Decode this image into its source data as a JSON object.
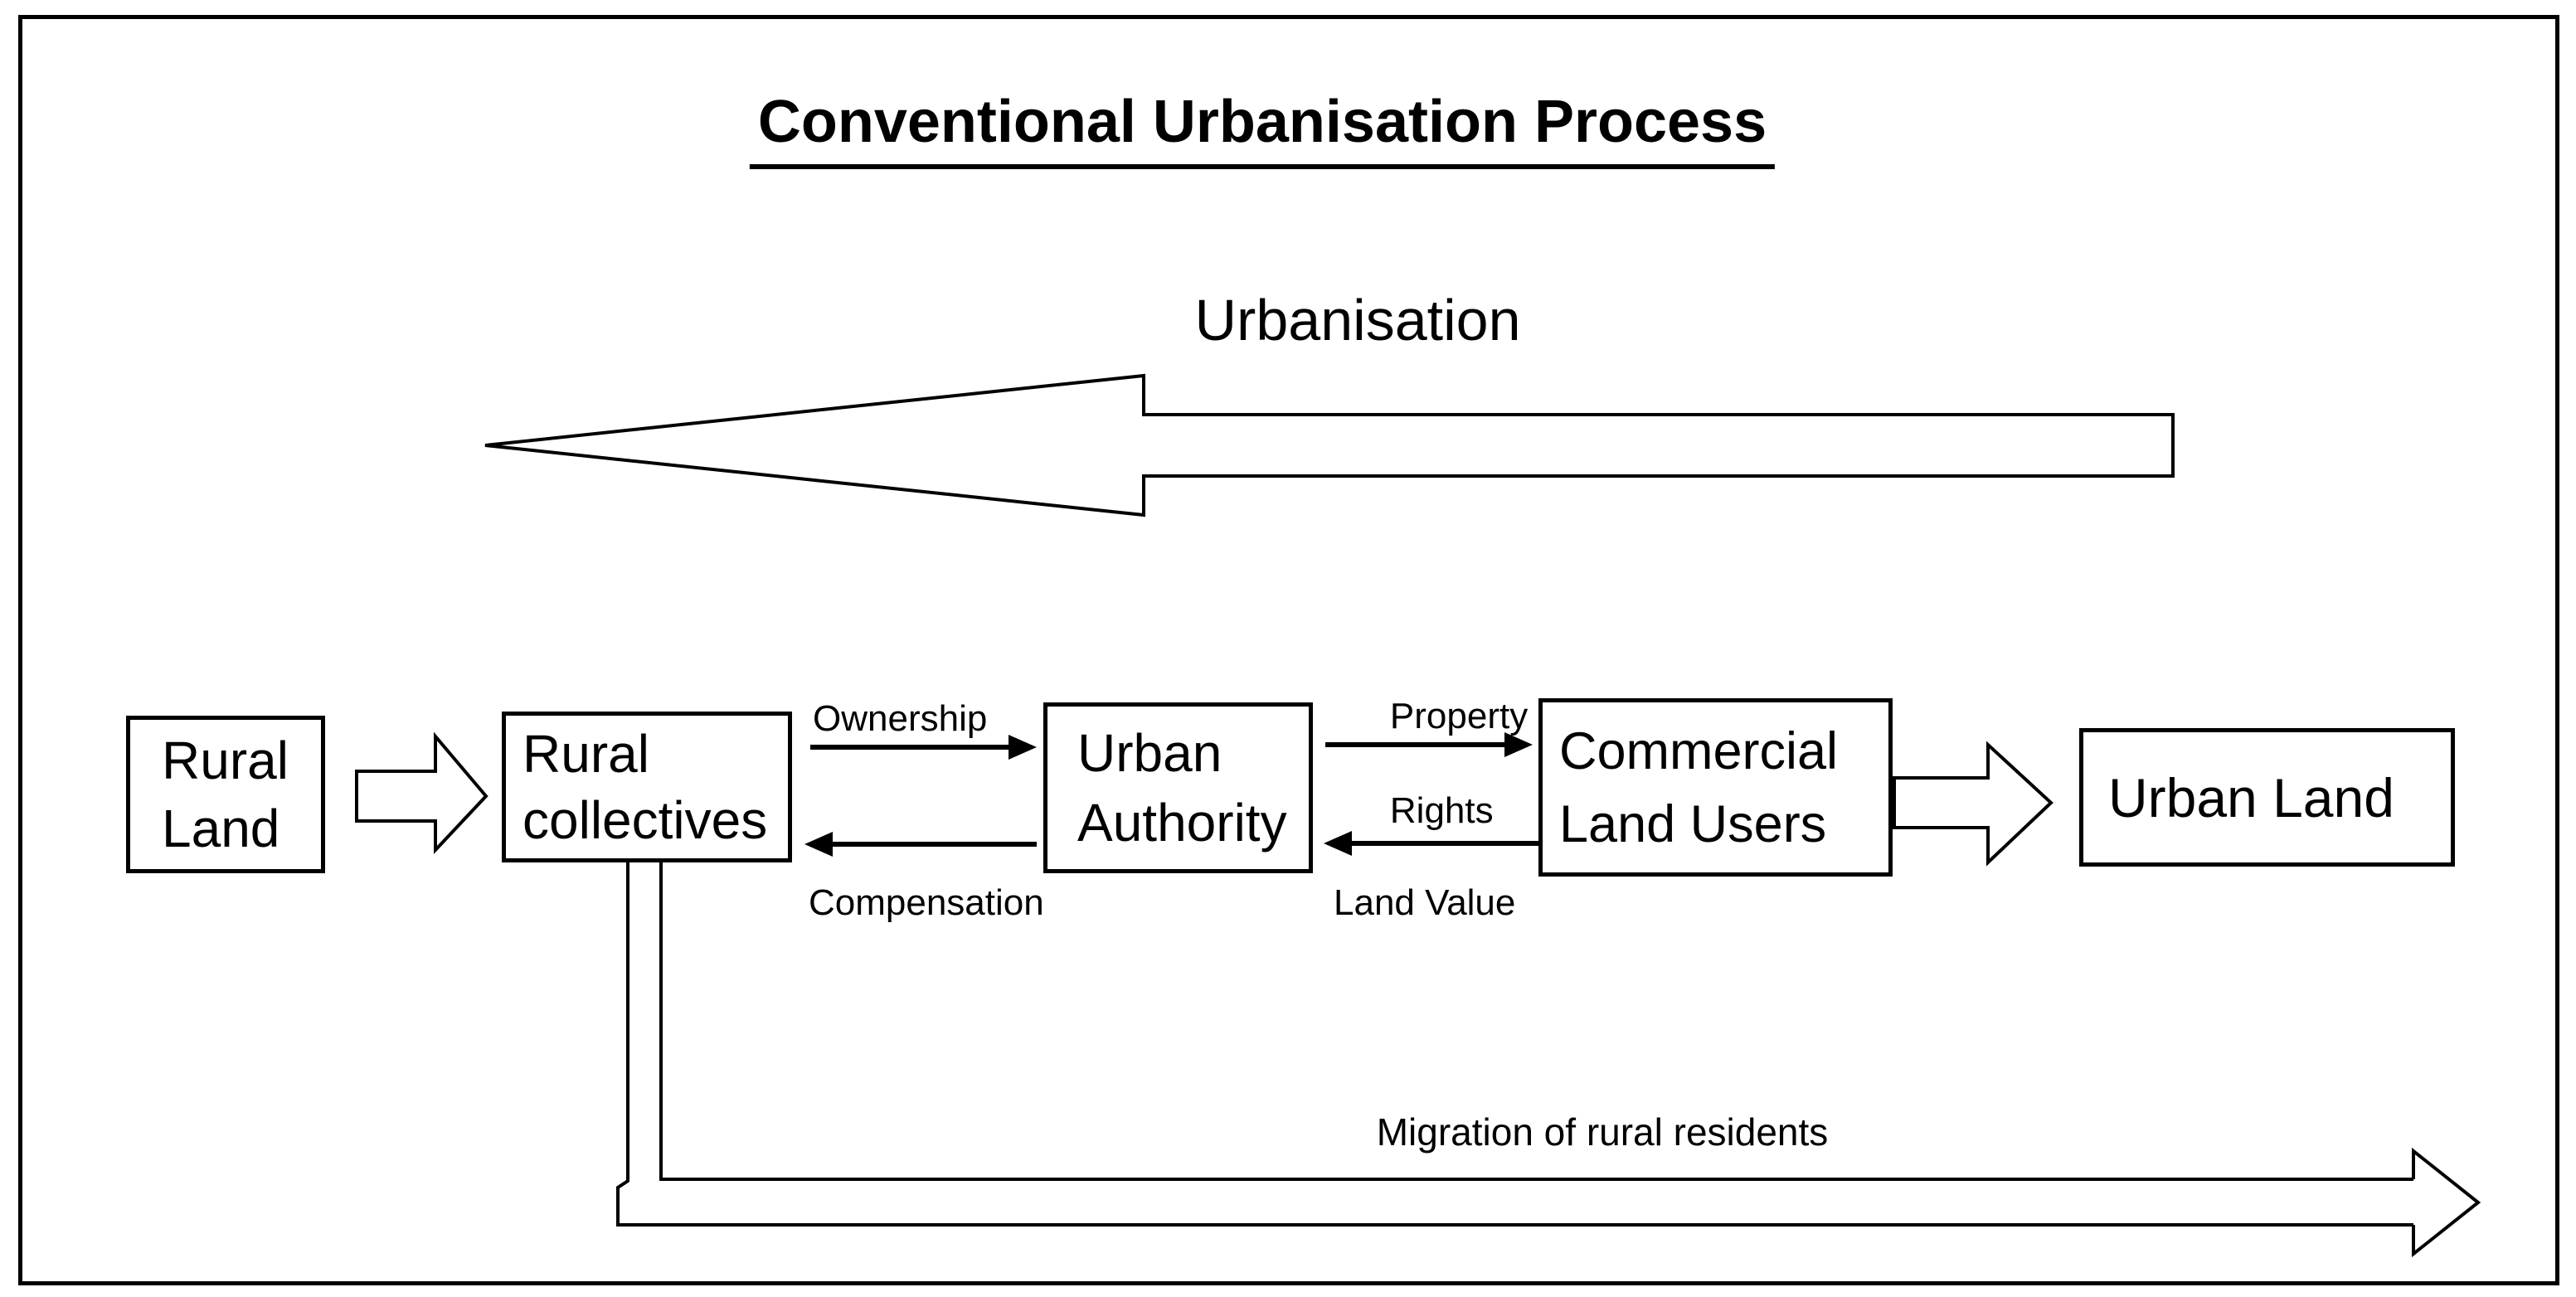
{
  "page": {
    "background": "#ffffff",
    "ink": "#000000"
  },
  "title": "Conventional Urbanisation Process",
  "urbanisation_arrow": {
    "label": "Urbanisation",
    "direction": "left"
  },
  "boxes": {
    "rural_land": {
      "line1": "Rural",
      "line2": "Land"
    },
    "rural_collectives": {
      "line1": "Rural",
      "line2": "collectives"
    },
    "urban_authority": {
      "line1": "Urban",
      "line2": "Authority"
    },
    "commercial_land_users": {
      "line1": "Commercial",
      "line2": "Land Users"
    },
    "urban_land": {
      "label": "Urban Land"
    }
  },
  "flow_labels": {
    "ownership": "Ownership",
    "property_rights_line1": "Property",
    "property_rights_line2": "Rights",
    "compensation": "Compensation",
    "land_value": "Land Value",
    "migration": "Migration of rural residents"
  }
}
